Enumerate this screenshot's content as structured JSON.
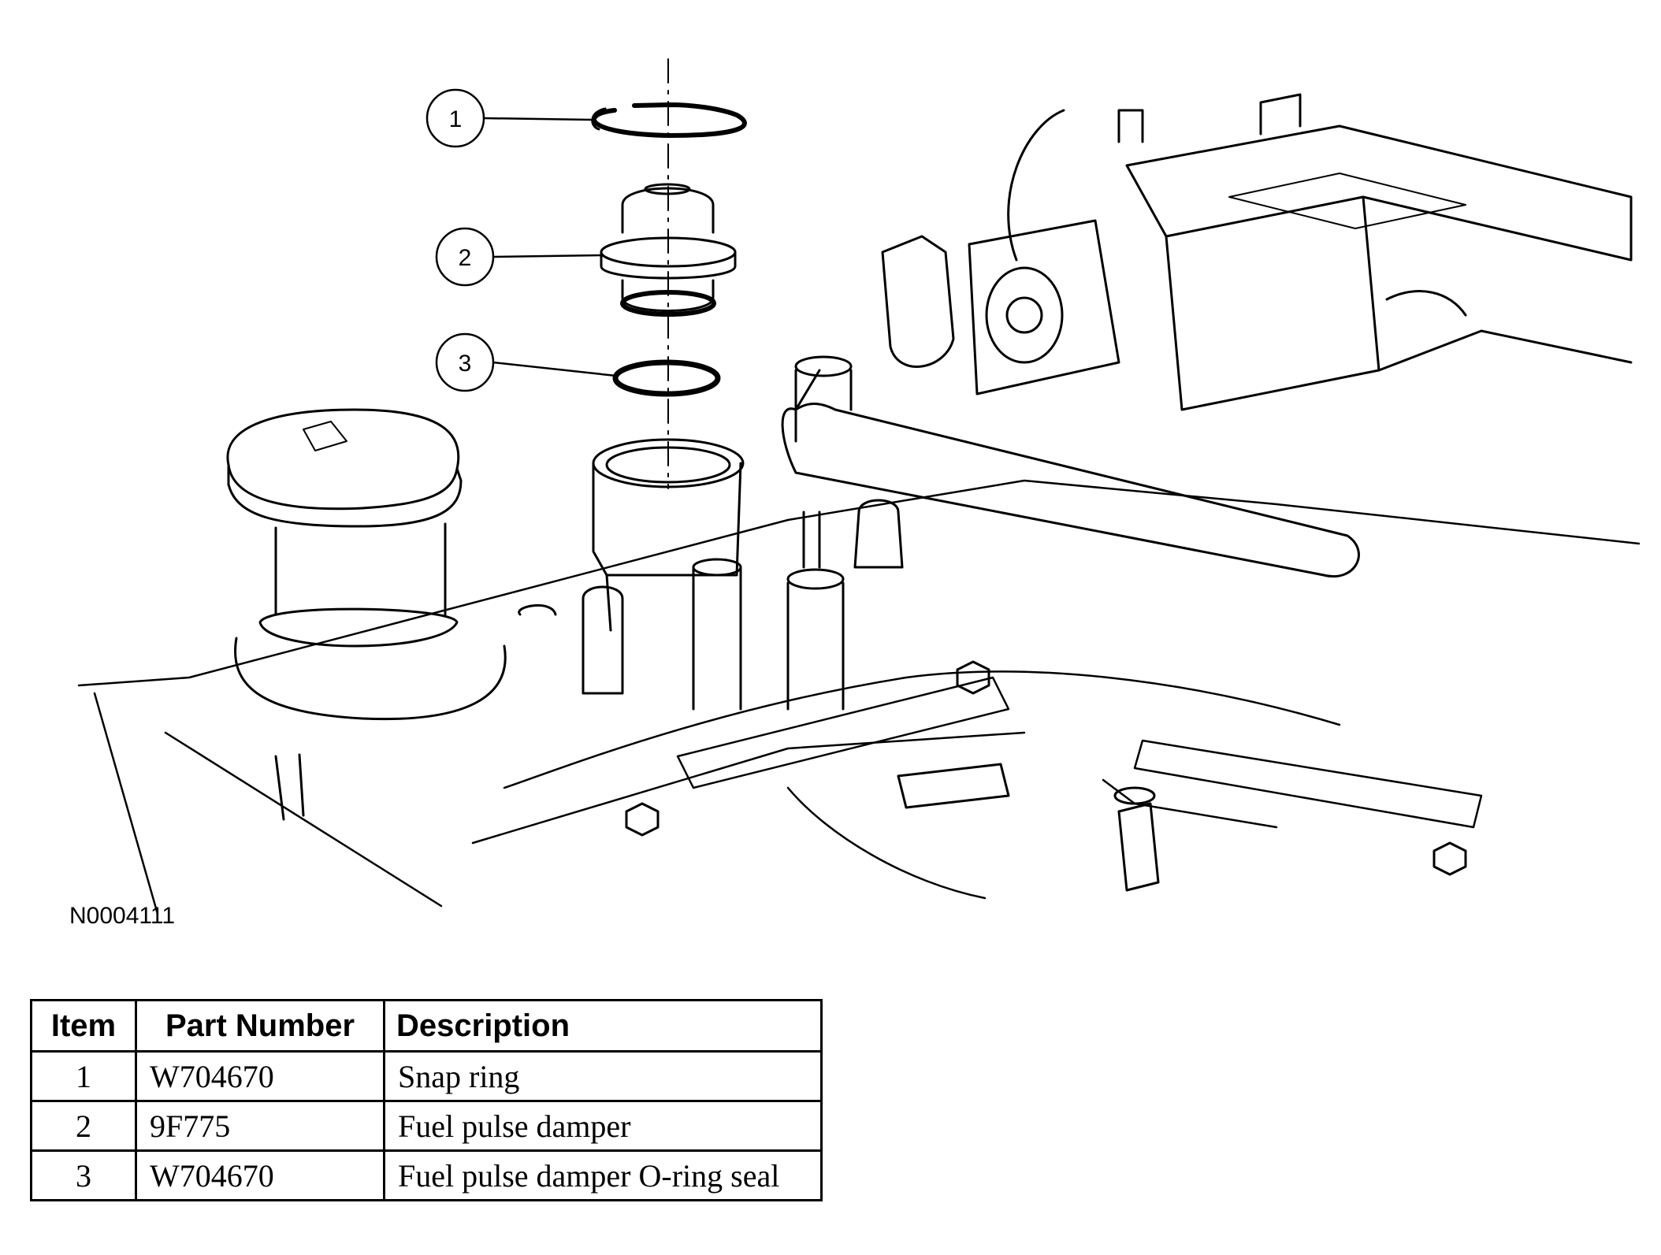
{
  "figure": {
    "id": "N0004111",
    "callouts": [
      "1",
      "2",
      "3"
    ]
  },
  "table": {
    "headers": [
      "Item",
      "Part Number",
      "Description"
    ],
    "rows": [
      {
        "item": "1",
        "part": "W704670",
        "desc": "Snap ring"
      },
      {
        "item": "2",
        "part": "9F775",
        "desc": "Fuel pulse damper"
      },
      {
        "item": "3",
        "part": "W704670",
        "desc": "Fuel pulse damper O-ring seal"
      }
    ]
  }
}
